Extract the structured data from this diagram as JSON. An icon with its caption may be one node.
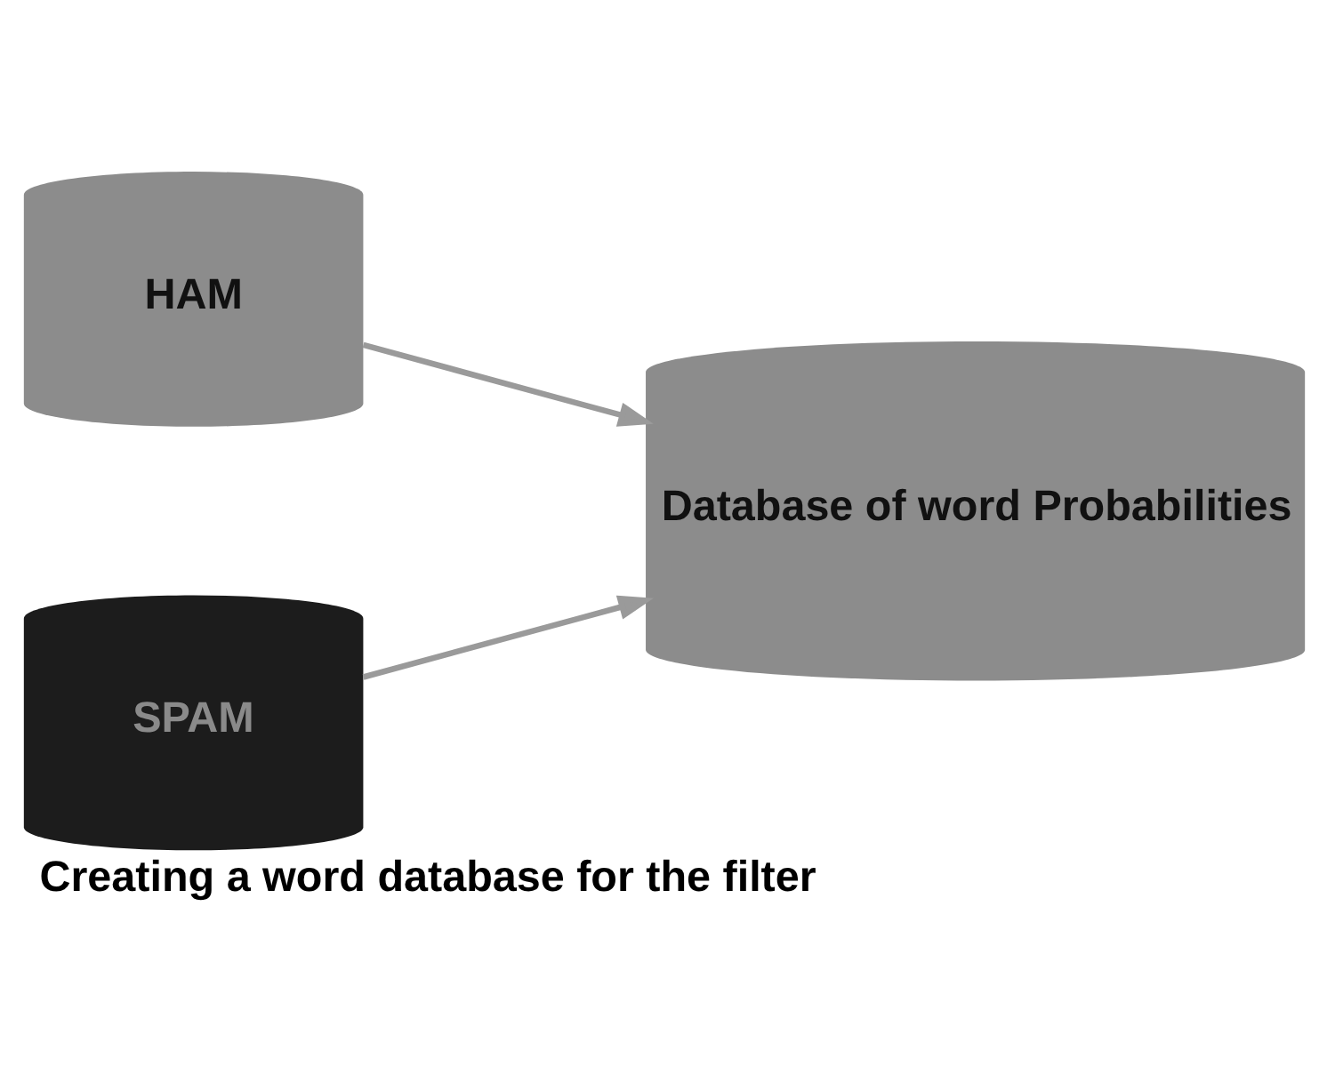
{
  "diagram": {
    "caption": "Creating a word database for the filter",
    "nodes": [
      {
        "text": [
          "HAM"
        ]
      },
      {
        "text": [
          "SPAM"
        ]
      },
      {
        "text": [
          "Database of word Probabilities"
        ]
      }
    ],
    "edges": [
      {
        "from": 0,
        "to": 2,
        "arrow": "to"
      },
      {
        "from": 1,
        "to": 2,
        "arrow": "to"
      }
    ]
  }
}
